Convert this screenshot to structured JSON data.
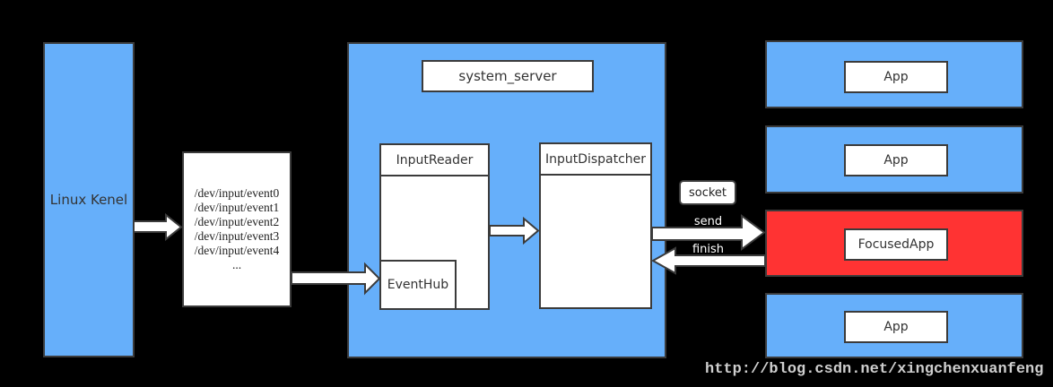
{
  "colors": {
    "background": "#000000",
    "node_blue": "#66affa",
    "focused_red": "#ff3333",
    "border": "#3b3b3b",
    "arrow_fill": "#ffffff",
    "watermark_gray": "#cfcfcf"
  },
  "nodes": {
    "linux_kernel": {
      "label": "Linux Kenel"
    },
    "dev_input": {
      "lines": [
        "/dev/input/event0",
        "/dev/input/event1",
        "/dev/input/event2",
        "/dev/input/event3",
        "/dev/input/event4",
        "..."
      ]
    },
    "system_server": {
      "label": "system_server"
    },
    "input_reader": {
      "label": "InputReader"
    },
    "event_hub": {
      "label": "EventHub"
    },
    "input_dispatcher": {
      "label": "InputDispatcher"
    },
    "socket": {
      "label": "socket"
    },
    "apps": [
      "App",
      "App",
      "App"
    ],
    "focused_app": {
      "label": "FocusedApp"
    }
  },
  "arrows": {
    "send_label": "send",
    "finish_label": "finish"
  },
  "watermark": "http://blog.csdn.net/xingchenxuanfeng"
}
